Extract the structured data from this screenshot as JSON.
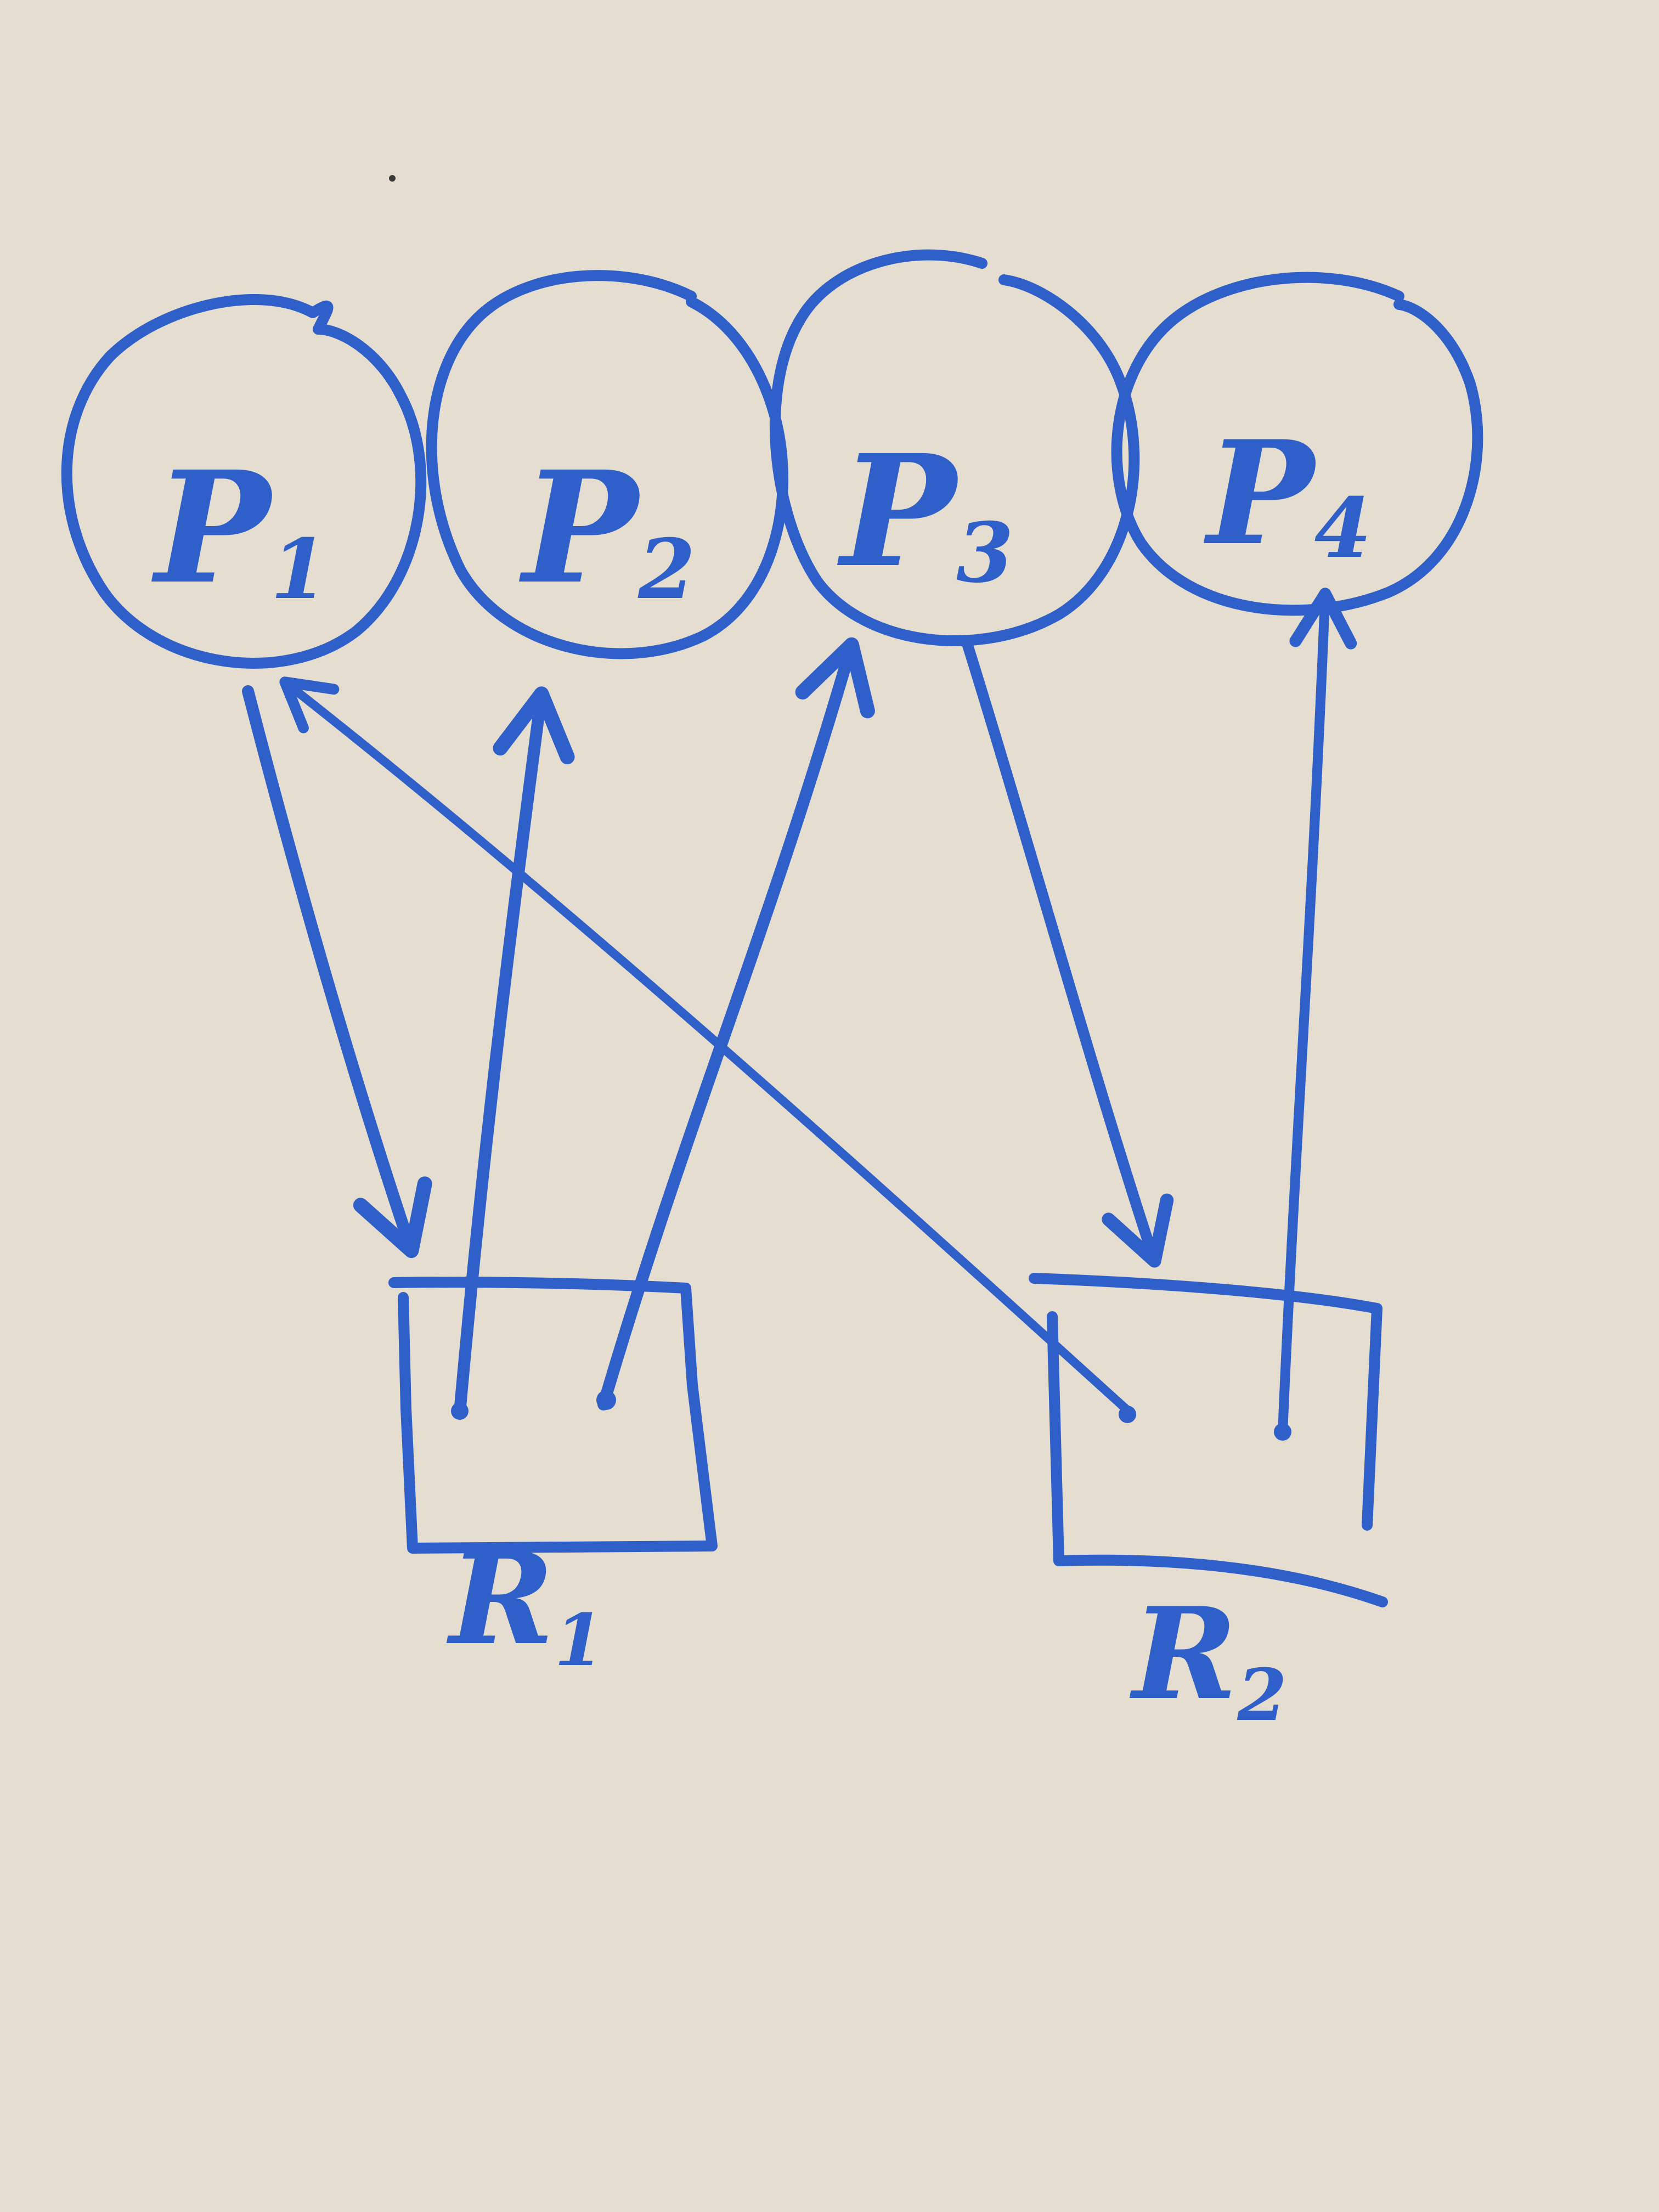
{
  "colors": {
    "board": "#e4ddd0",
    "ink": "#2f5fc8"
  },
  "processes": [
    {
      "id": "P1",
      "letter": "P",
      "sub": "1"
    },
    {
      "id": "P2",
      "letter": "P",
      "sub": "2"
    },
    {
      "id": "P3",
      "letter": "P",
      "sub": "3"
    },
    {
      "id": "P4",
      "letter": "P",
      "sub": "4"
    }
  ],
  "resources": [
    {
      "id": "R1",
      "letter": "R",
      "sub": "1",
      "instances": 2
    },
    {
      "id": "R2",
      "letter": "R",
      "sub": "2",
      "instances": 2
    }
  ],
  "edges": [
    {
      "from": "P1",
      "to": "R1",
      "kind": "request"
    },
    {
      "from": "R1",
      "to": "P2",
      "kind": "assignment"
    },
    {
      "from": "R1",
      "to": "P3",
      "kind": "assignment"
    },
    {
      "from": "R2",
      "to": "P1",
      "kind": "assignment"
    },
    {
      "from": "P3",
      "to": "R2",
      "kind": "request"
    },
    {
      "from": "R2",
      "to": "P4",
      "kind": "assignment"
    }
  ]
}
